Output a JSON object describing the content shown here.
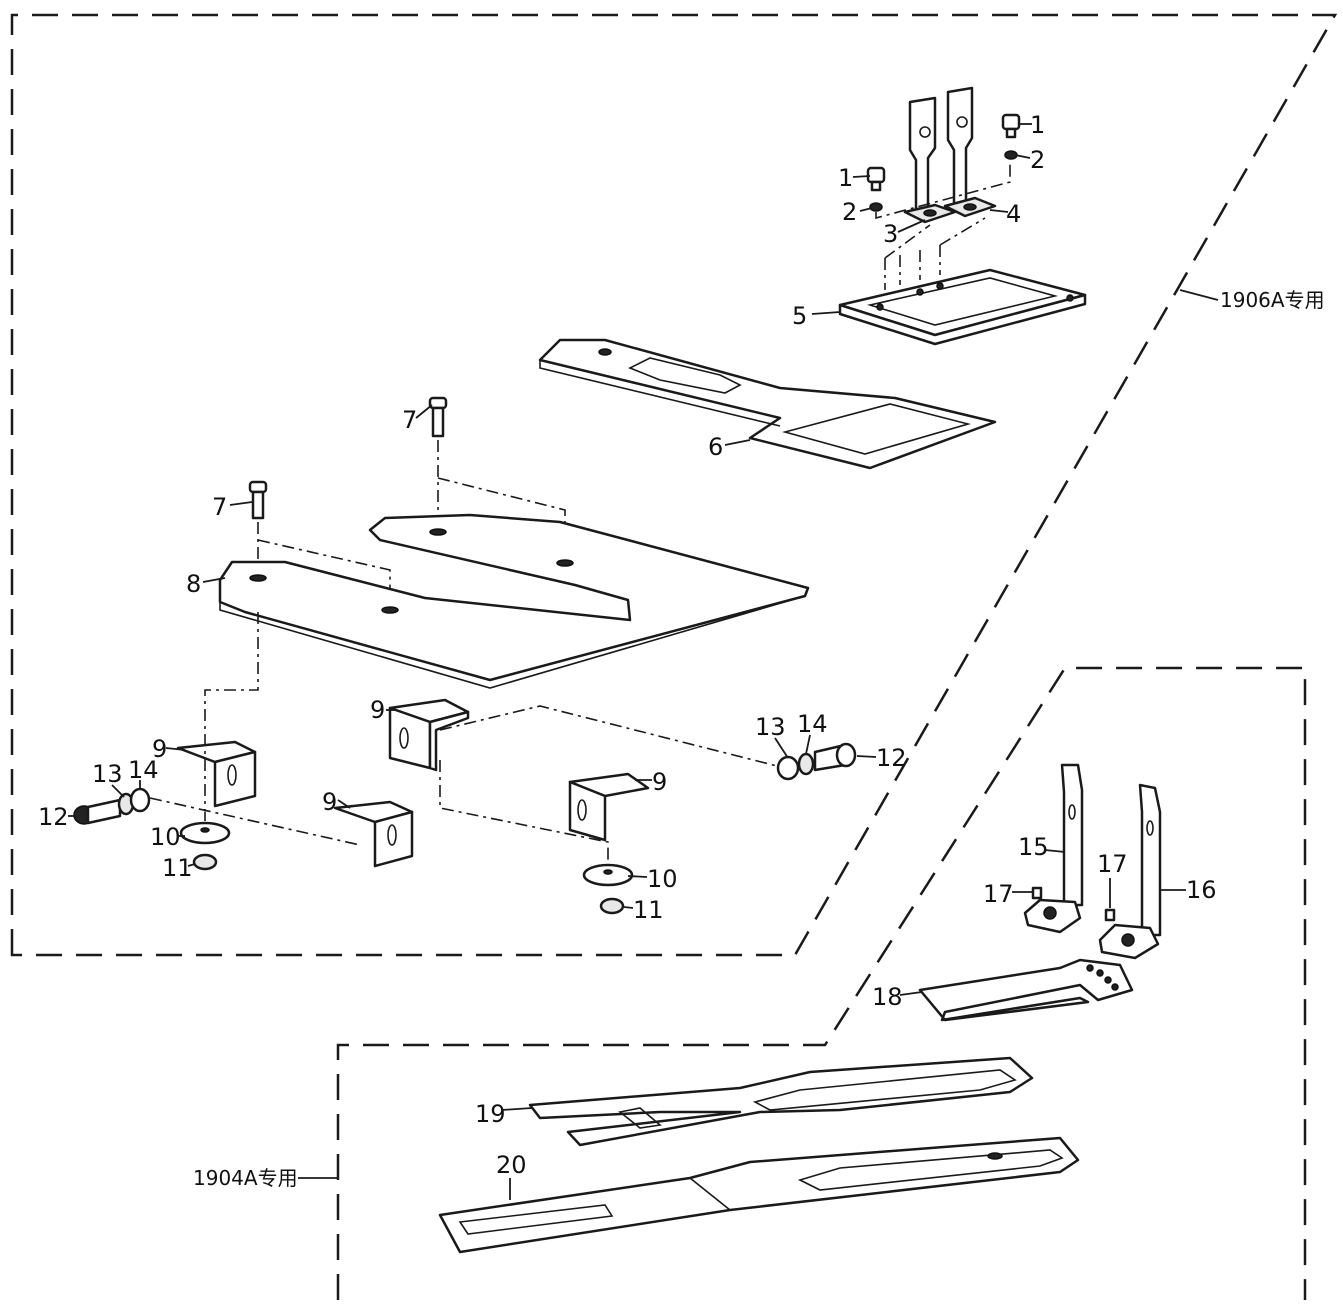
{
  "group_labels": {
    "upper": "1906A专用",
    "lower": "1904A专用"
  },
  "callouts": [
    {
      "id": "c1a",
      "text": "1"
    },
    {
      "id": "c2a",
      "text": "2"
    },
    {
      "id": "c1b",
      "text": "1"
    },
    {
      "id": "c2b",
      "text": "2"
    },
    {
      "id": "c3",
      "text": "3"
    },
    {
      "id": "c4",
      "text": "4"
    },
    {
      "id": "c5",
      "text": "5"
    },
    {
      "id": "c6",
      "text": "6"
    },
    {
      "id": "c7a",
      "text": "7"
    },
    {
      "id": "c7b",
      "text": "7"
    },
    {
      "id": "c8",
      "text": "8"
    },
    {
      "id": "c9a",
      "text": "9"
    },
    {
      "id": "c9b",
      "text": "9"
    },
    {
      "id": "c9c",
      "text": "9"
    },
    {
      "id": "c9d",
      "text": "9"
    },
    {
      "id": "c10a",
      "text": "10"
    },
    {
      "id": "c10b",
      "text": "10"
    },
    {
      "id": "c11a",
      "text": "11"
    },
    {
      "id": "c11b",
      "text": "11"
    },
    {
      "id": "c12a",
      "text": "12"
    },
    {
      "id": "c12b",
      "text": "12"
    },
    {
      "id": "c13a",
      "text": "13"
    },
    {
      "id": "c13b",
      "text": "13"
    },
    {
      "id": "c14a",
      "text": "14"
    },
    {
      "id": "c14b",
      "text": "14"
    },
    {
      "id": "c15",
      "text": "15"
    },
    {
      "id": "c16",
      "text": "16"
    },
    {
      "id": "c17a",
      "text": "17"
    },
    {
      "id": "c17b",
      "text": "17"
    },
    {
      "id": "c18",
      "text": "18"
    },
    {
      "id": "c19",
      "text": "19"
    },
    {
      "id": "c20",
      "text": "20"
    }
  ]
}
